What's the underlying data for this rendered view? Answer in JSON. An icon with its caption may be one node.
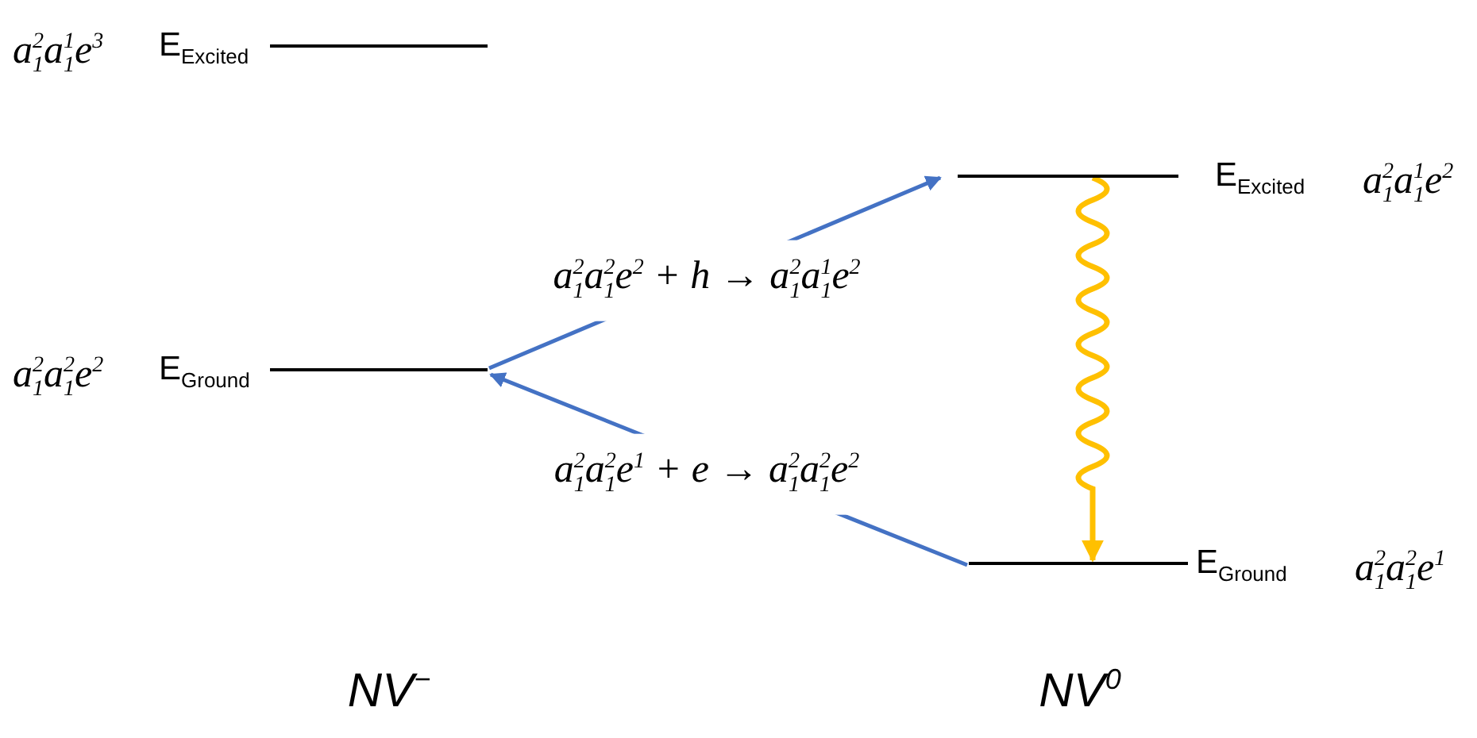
{
  "diagram": {
    "nodes": [
      {
        "text": [
          "E$_{Excited}$"
        ],
        "beside": [
          "a$_{1}$$^{2}$a$_{1}$$^{1}$e$^{3}$"
        ]
      },
      {
        "text": [
          "E$_{Ground}$"
        ],
        "beside": [
          "a$_{1}$$^{2}$a$_{1}$$^{2}$e$^{2}$"
        ]
      },
      {
        "text": [
          "E$_{Excited}$"
        ],
        "beside": [
          "a$_{1}$$^{2}$a$_{1}$$^{1}$e$^{2}$"
        ]
      },
      {
        "text": [
          "E$_{Ground}$"
        ],
        "beside": [
          "a$_{1}$$^{2}$a$_{1}$$^{2}$e$^{1}$"
        ]
      }
    ],
    "edges": [
      {
        "from": 1,
        "to": 2,
        "arrow": "to",
        "label": "a$_{1}$$^{2}$a$_{1}$$^{2}$e$^{2}$ + h → a$_{1}$$^{2}$a$_{1}$$^{1}$e$^{2}$"
      },
      {
        "from": 3,
        "to": 1,
        "arrow": "to",
        "label": "a$_{1}$$^{2}$a$_{1}$$^{2}$e$^{1}$ + e → a$_{1}$$^{2}$a$_{1}$$^{2}$e$^{2}$"
      },
      {
        "from": 2,
        "to": 3,
        "arrow": "to",
        "color": "#ffc000"
      }
    ],
    "labels": [
      "NV$^{−}$",
      "NV$^{0}$"
    ]
  }
}
